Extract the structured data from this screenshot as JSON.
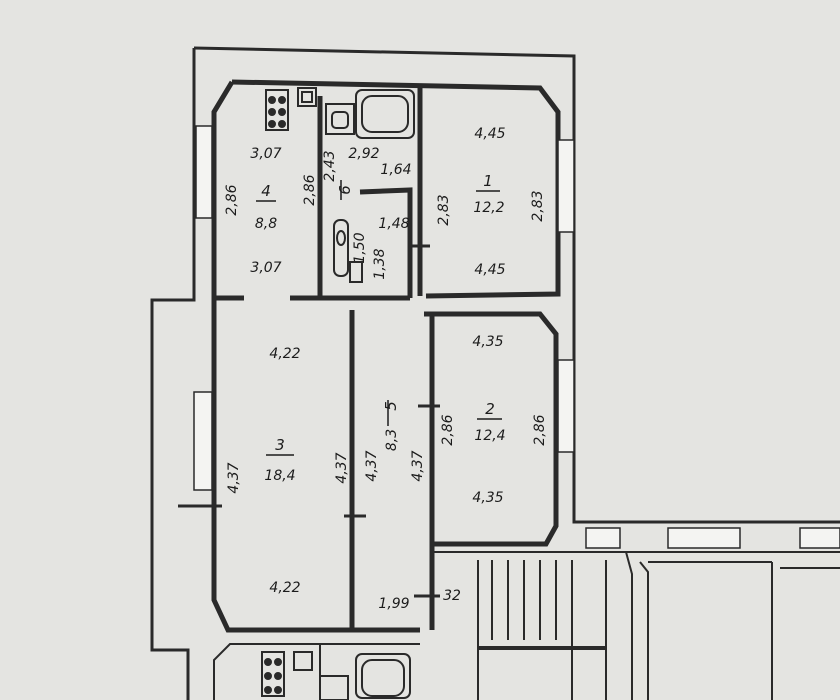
{
  "rooms": [
    {
      "id": "room-1",
      "number": "1",
      "area": "12,2",
      "dims": [
        "4,45",
        "4,45",
        "2,83",
        "2,83"
      ]
    },
    {
      "id": "room-2",
      "number": "2",
      "area": "12,4",
      "dims": [
        "4,35",
        "4,35",
        "2,86",
        "2,86"
      ]
    },
    {
      "id": "room-3",
      "number": "3",
      "area": "18,4",
      "dims": [
        "4,22",
        "4,22",
        "4,37",
        "4,37"
      ]
    },
    {
      "id": "room-4",
      "number": "4",
      "area": "8,8",
      "dims": [
        "3,07",
        "3,07",
        "2,86",
        "2,86"
      ]
    },
    {
      "id": "room-5",
      "number": "5",
      "area": "8,3",
      "dims": [
        "4,37",
        "4,37",
        "1,99"
      ]
    },
    {
      "id": "room-6",
      "number": "6",
      "dims": [
        "2,92",
        "2,43",
        "1,50"
      ]
    }
  ],
  "corridor": {
    "dims": [
      "1,64",
      "1,48",
      "1,38"
    ]
  },
  "misc": {
    "label_32": "32"
  },
  "colors": {
    "wall": "#2a2a2a",
    "paper": "#e4e4e1",
    "fixture": "#2a2a2a"
  }
}
